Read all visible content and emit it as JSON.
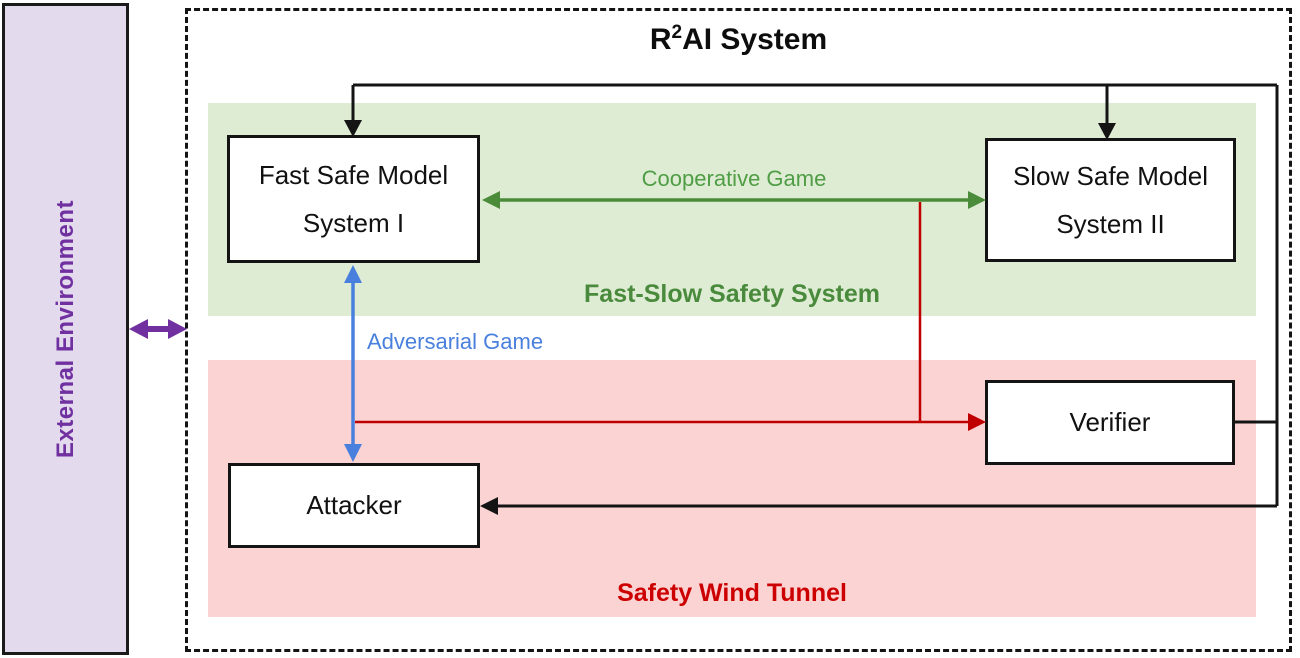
{
  "diagram": {
    "title": {
      "prefix": "R",
      "superscript": "2",
      "suffix": "AI System"
    },
    "external_environment": {
      "label": "External Environment"
    },
    "regions": {
      "fast_slow_safety_system": {
        "label": "Fast-Slow Safety System",
        "background": "#deecd4",
        "label_color": "#4a8a3c"
      },
      "safety_wind_tunnel": {
        "label": "Safety Wind Tunnel",
        "background": "#fcd3d3",
        "label_color": "#cc0000"
      }
    },
    "nodes": {
      "fast_safe_model": {
        "line1": "Fast Safe Model",
        "line2": "System I"
      },
      "slow_safe_model": {
        "line1": "Slow Safe Model",
        "line2": "System II"
      },
      "verifier": {
        "label": "Verifier"
      },
      "attacker": {
        "label": "Attacker"
      }
    },
    "edges": {
      "cooperative_game": {
        "label": "Cooperative Game",
        "color": "#4a8c3a",
        "style": "double-headed-horizontal"
      },
      "adversarial_game": {
        "label": "Adversarial Game",
        "color": "#4a80dd",
        "style": "double-headed-vertical"
      },
      "environment_link": {
        "color": "#7030a0",
        "style": "double-headed-horizontal"
      },
      "verifier_feedback": {
        "color": "#141414",
        "style": "black-routing-lines"
      },
      "attack_signal": {
        "color": "#c00000",
        "style": "red-arrow-to-verifier"
      }
    }
  }
}
